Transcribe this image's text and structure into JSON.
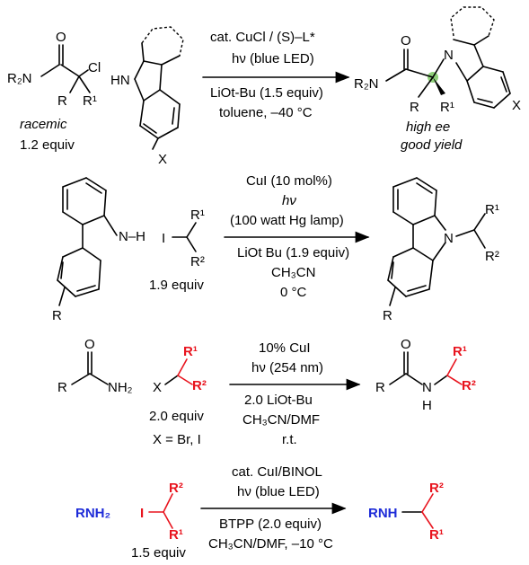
{
  "reaction1": {
    "reagent_line1": "cat. CuCl / (S)–L*",
    "reagent_line2": "hν (blue LED)",
    "reagent_line3": "LiOt-Bu (1.5 equiv)",
    "reagent_line4": "toluene, –40 °C",
    "sm_note1": "racemic",
    "sm_note2": "1.2 equiv",
    "product_note1": "high ee",
    "product_note2": "good yield",
    "labels": {
      "O": "O",
      "R2N": "R₂N",
      "Cl": "Cl",
      "R": "R",
      "R1": "R¹",
      "HN": "HN",
      "X": "X",
      "N": "N"
    }
  },
  "reaction2": {
    "reagent_line1": "CuI (10 mol%)",
    "reagent_line2": "hν",
    "reagent_line3": "(100 watt Hg lamp)",
    "reagent_line4": "LiOt Bu (1.9 equiv)",
    "reagent_line5": "CH₃CN",
    "reagent_line6": "0 °C",
    "reagent_equiv": "1.9 equiv",
    "labels": {
      "NH": "N–H",
      "I": "I",
      "R1": "R¹",
      "R2": "R²",
      "R": "R",
      "N": "N"
    }
  },
  "reaction3": {
    "reagent_line1": "10% CuI",
    "reagent_line2": "hν (254 nm)",
    "reagent_line3": "2.0 LiOt-Bu",
    "reagent_line4": "CH₃CN/DMF",
    "reagent_line5": "r.t.",
    "reagent_equiv": "2.0 equiv",
    "x_note": "X = Br, I",
    "labels": {
      "O": "O",
      "R": "R",
      "NH2": "NH₂",
      "X": "X",
      "R1": "R¹",
      "R2": "R²",
      "N": "N",
      "H": "H"
    }
  },
  "reaction4": {
    "reagent_line1": "cat. CuI/BINOL",
    "reagent_line2": "hν (blue LED)",
    "reagent_line3": "BTPP (2.0 equiv)",
    "reagent_line4": "CH₃CN/DMF, –10 °C",
    "reagent_equiv": "1.5 equiv",
    "labels": {
      "RNH2": "RNH₂",
      "I": "I",
      "R1": "R¹",
      "R2": "R²",
      "RNH": "RNH"
    }
  },
  "colors": {
    "red": "#e8141e",
    "blue": "#1d2bd8",
    "highlight": "#8fd07a"
  }
}
